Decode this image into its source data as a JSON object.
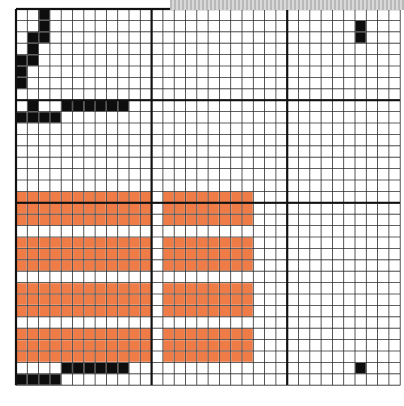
{
  "draft": {
    "colors": {
      "background": "#ffffff",
      "gridline": "#2b2b2b",
      "major_line": "#111111",
      "filled": "#0d0d0d",
      "weave": "#ef7b47",
      "scan_edge": "#b9b9b9"
    },
    "grid": {
      "columns": 34,
      "rows": 33,
      "major_every_col": 10,
      "major_every_row": 10
    },
    "threading": [
      [
        0,
        2
      ],
      [
        1,
        2
      ],
      [
        2,
        1
      ],
      [
        2,
        2
      ],
      [
        3,
        1
      ],
      [
        4,
        0
      ],
      [
        4,
        1
      ],
      [
        5,
        0
      ],
      [
        6,
        0
      ],
      [
        8,
        1
      ]
    ],
    "tie_up_marks": [
      [
        1,
        30
      ],
      [
        2,
        30
      ]
    ],
    "treadling": [
      [
        9,
        0
      ],
      [
        9,
        1
      ],
      [
        9,
        2
      ],
      [
        9,
        3
      ],
      [
        8,
        4
      ],
      [
        8,
        5
      ],
      [
        8,
        6
      ],
      [
        8,
        7
      ],
      [
        8,
        8
      ],
      [
        8,
        9
      ]
    ],
    "bottom_marks": [
      [
        32,
        0
      ],
      [
        32,
        1
      ],
      [
        32,
        2
      ],
      [
        32,
        3
      ],
      [
        31,
        4
      ],
      [
        31,
        5
      ],
      [
        31,
        6
      ],
      [
        31,
        7
      ],
      [
        31,
        8
      ],
      [
        31,
        9
      ],
      [
        31,
        30
      ]
    ],
    "weave_area": {
      "row_start": 16,
      "row_end": 31,
      "col_end": 21
    }
  }
}
